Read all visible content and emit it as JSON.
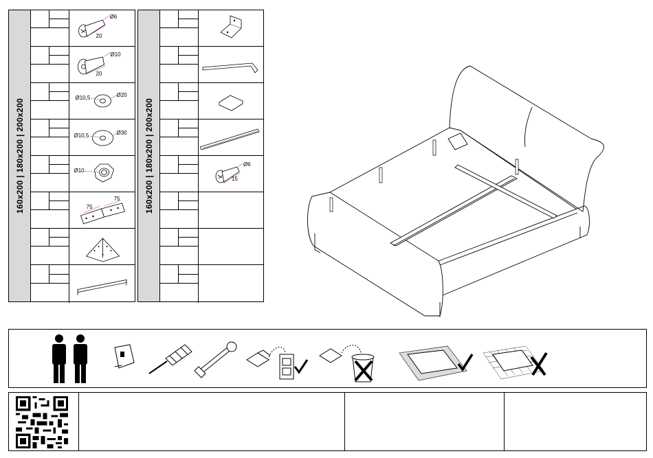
{
  "left_panel": {
    "size_label": "160x200 | 180x200 | 200x200",
    "parts": [
      {
        "icon": "bolt-icon",
        "dims": [
          "Ø6",
          "20"
        ]
      },
      {
        "icon": "bolt-icon",
        "dims": [
          "Ø10",
          "20"
        ]
      },
      {
        "icon": "washer-icon",
        "dims": [
          "Ø10,5",
          "Ø20"
        ]
      },
      {
        "icon": "washer-icon",
        "dims": [
          "Ø10,5",
          "Ø30"
        ]
      },
      {
        "icon": "nut-icon",
        "dims": [
          "Ø10"
        ]
      },
      {
        "icon": "angle-bracket-icon",
        "dims": [
          "75",
          "75"
        ]
      },
      {
        "icon": "corner-plate-icon",
        "dims": []
      },
      {
        "icon": "rail-icon",
        "dims": []
      }
    ]
  },
  "right_panel": {
    "size_label": "160x200 | 180x200 | 200x200",
    "parts": [
      {
        "icon": "small-bracket-icon",
        "dims": []
      },
      {
        "icon": "hex-key-icon",
        "dims": []
      },
      {
        "icon": "pad-icon",
        "dims": []
      },
      {
        "icon": "slat-bar-icon",
        "dims": []
      },
      {
        "icon": "bolt-icon",
        "dims": [
          "Ø6",
          "15"
        ]
      },
      {
        "icon": "empty",
        "dims": []
      },
      {
        "icon": "empty",
        "dims": []
      },
      {
        "icon": "empty",
        "dims": []
      }
    ]
  },
  "tools": [
    "two-people-icon",
    "tape-measure-icon",
    "screwdriver-icon",
    "wrench-icon",
    "keep-manual-icon",
    "no-trash-icon",
    "protected-floor-icon",
    "unprotected-floor-icon"
  ],
  "footer": {
    "qr": "qr-code-icon"
  }
}
